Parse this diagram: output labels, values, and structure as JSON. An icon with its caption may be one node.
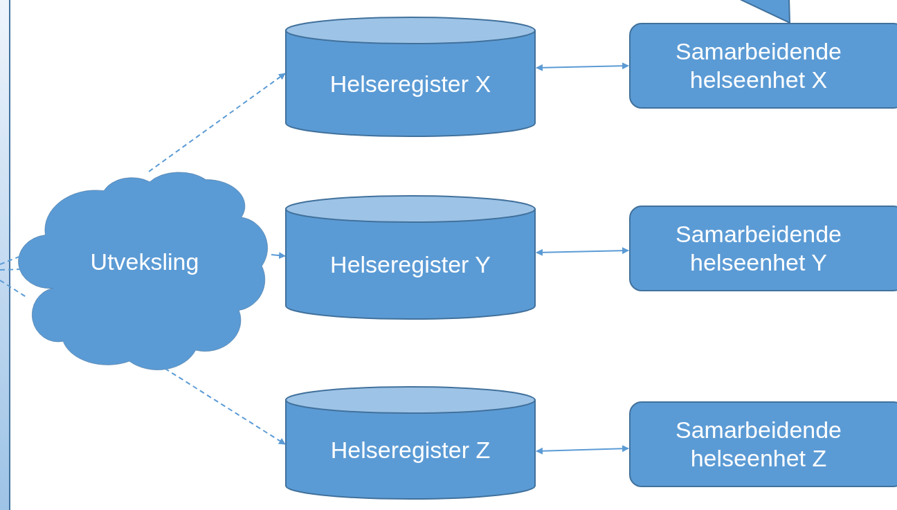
{
  "diagram": {
    "nodes": [
      {
        "text": [],
        "shape": "box"
      },
      {
        "text": [
          "Utveksling"
        ]
      },
      {
        "text": [
          "Helseregister X"
        ]
      },
      {
        "text": [
          "Helseregister Y"
        ]
      },
      {
        "text": [
          "Helseregister Z"
        ]
      },
      {
        "text": [
          "Samarbeidende helseenhet X"
        ]
      },
      {
        "text": [
          "Samarbeidende helseenhet Y"
        ]
      },
      {
        "text": [
          "Samarbeidende helseenhet Z"
        ]
      },
      {
        "text": [],
        "shape": "triangle"
      }
    ],
    "edges": [
      {
        "from": 0,
        "to": 1,
        "arrow": "none",
        "style": "dashed"
      },
      {
        "from": 0,
        "to": 1,
        "arrow": "none",
        "style": "dashed"
      },
      {
        "from": 0,
        "to": 1,
        "arrow": "none",
        "style": "dashed"
      },
      {
        "from": 1,
        "to": 2,
        "arrow": "to",
        "style": "dashed"
      },
      {
        "from": 1,
        "to": 3,
        "arrow": "to"
      },
      {
        "from": 1,
        "to": 4,
        "arrow": "to",
        "style": "dashed"
      },
      {
        "from": 2,
        "to": 5,
        "arrow": "both"
      },
      {
        "from": 3,
        "to": 6,
        "arrow": "both"
      },
      {
        "from": 4,
        "to": 7,
        "arrow": "both"
      }
    ]
  }
}
